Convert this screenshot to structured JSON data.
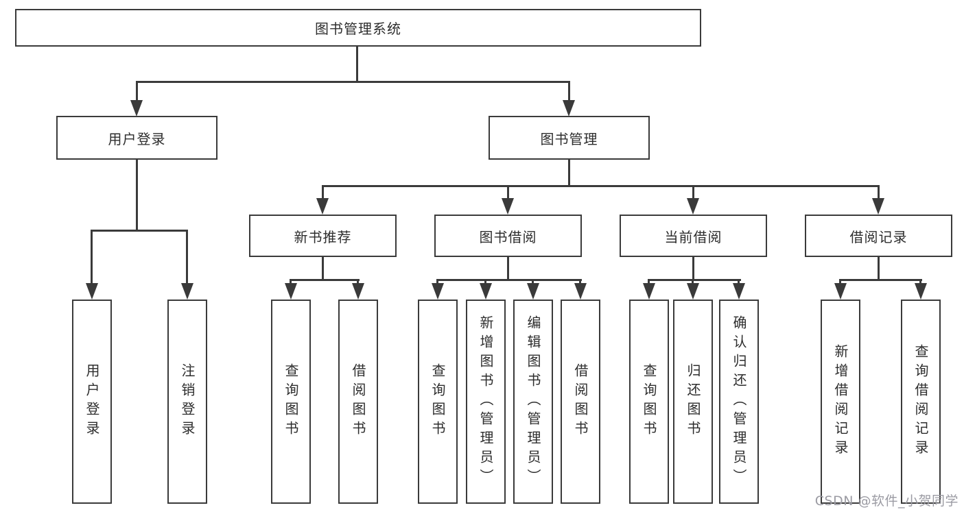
{
  "diagram": {
    "tree": {
      "root": "图书管理系统",
      "children": [
        {
          "label": "用户登录",
          "children": [
            {
              "label": "用户登录"
            },
            {
              "label": "注销登录"
            }
          ]
        },
        {
          "label": "图书管理",
          "children": [
            {
              "label": "新书推荐",
              "children": [
                {
                  "label": "查询图书"
                },
                {
                  "label": "借阅图书"
                }
              ]
            },
            {
              "label": "图书借阅",
              "children": [
                {
                  "label": "查询图书"
                },
                {
                  "label": "新增图书（管理员）"
                },
                {
                  "label": "编辑图书（管理员）"
                },
                {
                  "label": "借阅图书"
                }
              ]
            },
            {
              "label": "当前借阅",
              "children": [
                {
                  "label": "查询图书"
                },
                {
                  "label": "归还图书"
                },
                {
                  "label": "确认归还（管理员）"
                }
              ]
            },
            {
              "label": "借阅记录",
              "children": [
                {
                  "label": "新增借阅记录"
                },
                {
                  "label": "查询借阅记录"
                }
              ]
            }
          ]
        }
      ]
    },
    "watermark": "CSDN @软件_小贺同学",
    "colors": {
      "line": "#3a3a3a",
      "text": "#2d2d2d",
      "watermark": "#9b9ba3",
      "background": "#ffffff"
    }
  }
}
